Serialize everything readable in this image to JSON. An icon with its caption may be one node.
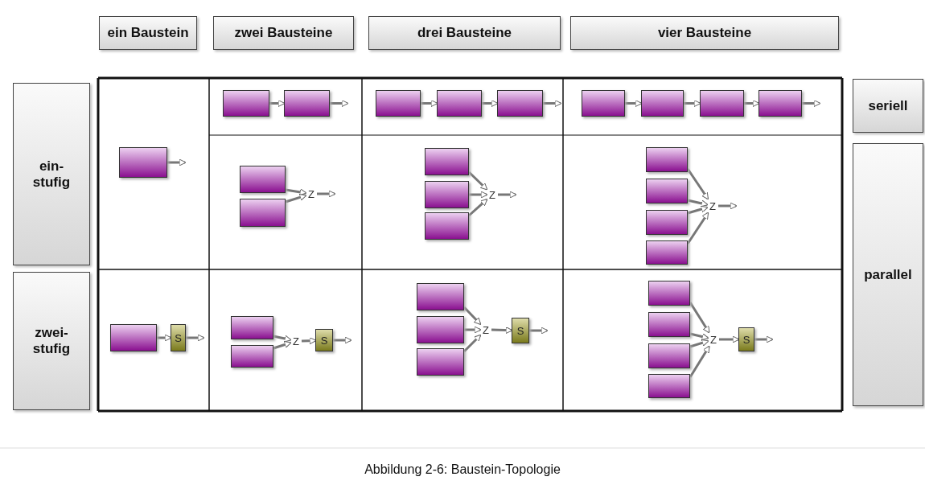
{
  "diagram": {
    "caption": "Abbildung 2-6: Baustein-Topologie",
    "nodes": [
      {
        "text": [
          "ein Baustein"
        ]
      },
      {
        "text": [
          "zwei Bausteine"
        ]
      },
      {
        "text": [
          "drei Bausteine"
        ]
      },
      {
        "text": [
          "vier Bausteine"
        ]
      },
      {
        "text": [
          "ein- stufig"
        ]
      },
      {
        "text": [
          "zwei- stufig"
        ]
      },
      {
        "text": [
          "seriell"
        ]
      },
      {
        "text": [
          "parallel"
        ]
      },
      {
        "text": [],
        "shape": "box"
      },
      {
        "text": [],
        "shape": "box"
      },
      {
        "text": [],
        "shape": "box"
      },
      {
        "text": [],
        "shape": "box"
      },
      {
        "text": [],
        "shape": "box"
      },
      {
        "text": [],
        "shape": "box"
      },
      {
        "text": [],
        "shape": "box"
      },
      {
        "text": [],
        "shape": "box"
      },
      {
        "text": [],
        "shape": "box"
      },
      {
        "text": [],
        "shape": "box"
      },
      {
        "text": [],
        "shape": "box"
      },
      {
        "text": [],
        "shape": "box"
      },
      {
        "text": [
          "Z"
        ]
      },
      {
        "text": [],
        "shape": "box"
      },
      {
        "text": [],
        "shape": "box"
      },
      {
        "text": [],
        "shape": "box"
      },
      {
        "text": [
          "Z"
        ]
      },
      {
        "text": [],
        "shape": "box"
      },
      {
        "text": [],
        "shape": "box"
      },
      {
        "text": [],
        "shape": "box"
      },
      {
        "text": [],
        "shape": "box"
      },
      {
        "text": [
          "Z"
        ]
      },
      {
        "text": [],
        "shape": "box"
      },
      {
        "text": [
          "S"
        ]
      },
      {
        "text": [],
        "shape": "box"
      },
      {
        "text": [],
        "shape": "box"
      },
      {
        "text": [
          "Z"
        ]
      },
      {
        "text": [
          "S"
        ]
      },
      {
        "text": [],
        "shape": "box"
      },
      {
        "text": [],
        "shape": "box"
      },
      {
        "text": [],
        "shape": "box"
      },
      {
        "text": [
          "Z"
        ]
      },
      {
        "text": [
          "S"
        ]
      },
      {
        "text": [],
        "shape": "box"
      },
      {
        "text": [],
        "shape": "box"
      },
      {
        "text": [],
        "shape": "box"
      },
      {
        "text": [],
        "shape": "box"
      },
      {
        "text": [
          "Z"
        ]
      },
      {
        "text": [
          "S"
        ]
      }
    ],
    "edges": [
      {
        "from": 8,
        "to": null,
        "arrow": "to"
      },
      {
        "from": 9,
        "to": 10,
        "arrow": "to"
      },
      {
        "from": 10,
        "to": null,
        "arrow": "to"
      },
      {
        "from": 11,
        "to": 12,
        "arrow": "to"
      },
      {
        "from": 12,
        "to": 13,
        "arrow": "to"
      },
      {
        "from": 13,
        "to": null,
        "arrow": "to"
      },
      {
        "from": 14,
        "to": 15,
        "arrow": "to"
      },
      {
        "from": 15,
        "to": 16,
        "arrow": "to"
      },
      {
        "from": 16,
        "to": 17,
        "arrow": "to"
      },
      {
        "from": 17,
        "to": null,
        "arrow": "to"
      },
      {
        "from": 18,
        "to": 20,
        "arrow": "to"
      },
      {
        "from": 19,
        "to": 20,
        "arrow": "to"
      },
      {
        "from": 20,
        "to": null,
        "arrow": "to"
      },
      {
        "from": 21,
        "to": 24,
        "arrow": "to"
      },
      {
        "from": 22,
        "to": 24,
        "arrow": "to"
      },
      {
        "from": 23,
        "to": 24,
        "arrow": "to"
      },
      {
        "from": 24,
        "to": null,
        "arrow": "to"
      },
      {
        "from": 25,
        "to": 29,
        "arrow": "to"
      },
      {
        "from": 26,
        "to": 29,
        "arrow": "to"
      },
      {
        "from": 27,
        "to": 29,
        "arrow": "to"
      },
      {
        "from": 28,
        "to": 29,
        "arrow": "to"
      },
      {
        "from": 29,
        "to": null,
        "arrow": "to"
      },
      {
        "from": 30,
        "to": 31,
        "arrow": "to"
      },
      {
        "from": 31,
        "to": null,
        "arrow": "to"
      },
      {
        "from": 32,
        "to": 34,
        "arrow": "to"
      },
      {
        "from": 33,
        "to": 34,
        "arrow": "to"
      },
      {
        "from": 34,
        "to": 35,
        "arrow": "to"
      },
      {
        "from": 35,
        "to": null,
        "arrow": "to"
      },
      {
        "from": 36,
        "to": 39,
        "arrow": "to"
      },
      {
        "from": 37,
        "to": 39,
        "arrow": "to"
      },
      {
        "from": 38,
        "to": 39,
        "arrow": "to"
      },
      {
        "from": 39,
        "to": 40,
        "arrow": "to"
      },
      {
        "from": 40,
        "to": null,
        "arrow": "to"
      },
      {
        "from": 41,
        "to": 45,
        "arrow": "to"
      },
      {
        "from": 42,
        "to": 45,
        "arrow": "to"
      },
      {
        "from": 43,
        "to": 45,
        "arrow": "to"
      },
      {
        "from": 44,
        "to": 45,
        "arrow": "to"
      },
      {
        "from": 45,
        "to": 46,
        "arrow": "to"
      },
      {
        "from": 46,
        "to": null,
        "arrow": "to"
      }
    ]
  }
}
